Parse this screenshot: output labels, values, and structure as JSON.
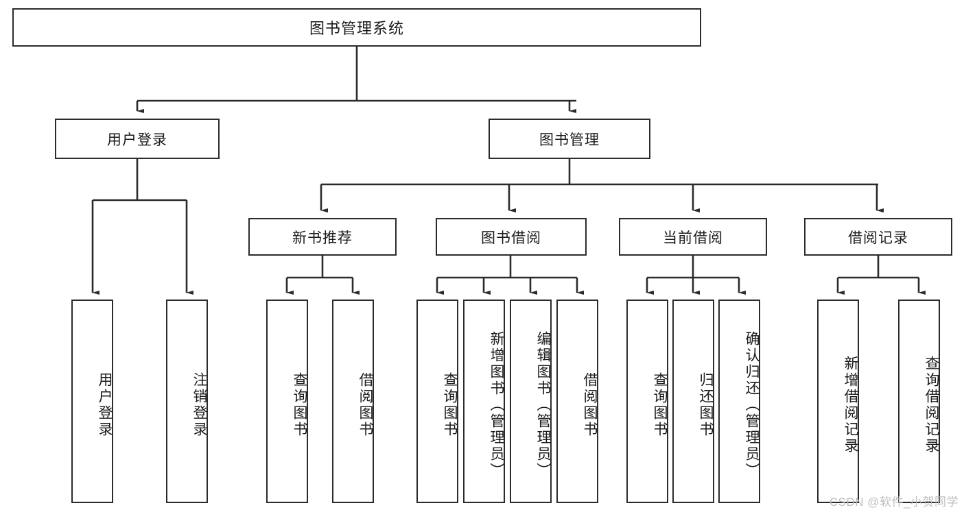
{
  "diagram": {
    "title": "图书管理系统",
    "root": {
      "label": "图书管理系统"
    },
    "level1": [
      {
        "label": "用户登录"
      },
      {
        "label": "图书管理"
      }
    ],
    "level2": [
      {
        "label": "新书推荐"
      },
      {
        "label": "图书借阅"
      },
      {
        "label": "当前借阅"
      },
      {
        "label": "借阅记录"
      }
    ],
    "leaves": {
      "user_login": [
        {
          "label": "用户登录"
        },
        {
          "label": "注销登录"
        }
      ],
      "new_book_recommend": [
        {
          "label": "查询图书"
        },
        {
          "label": "借阅图书"
        }
      ],
      "book_borrow": [
        {
          "label": "查询图书"
        },
        {
          "label": "新增图书（管理员）"
        },
        {
          "label": "编辑图书（管理员）"
        },
        {
          "label": "借阅图书"
        }
      ],
      "current_borrow": [
        {
          "label": "查询图书"
        },
        {
          "label": "归还图书"
        },
        {
          "label": "确认归还（管理员）"
        }
      ],
      "borrow_record": [
        {
          "label": "新增借阅记录"
        },
        {
          "label": "查询借阅记录"
        }
      ]
    }
  },
  "watermark": {
    "text": "CSDN @软件_小贺同学"
  },
  "colors": {
    "stroke": "#2b2b2b",
    "fill": "#ffffff",
    "text": "#1b1b1b",
    "watermark": "#bdbdbd"
  }
}
